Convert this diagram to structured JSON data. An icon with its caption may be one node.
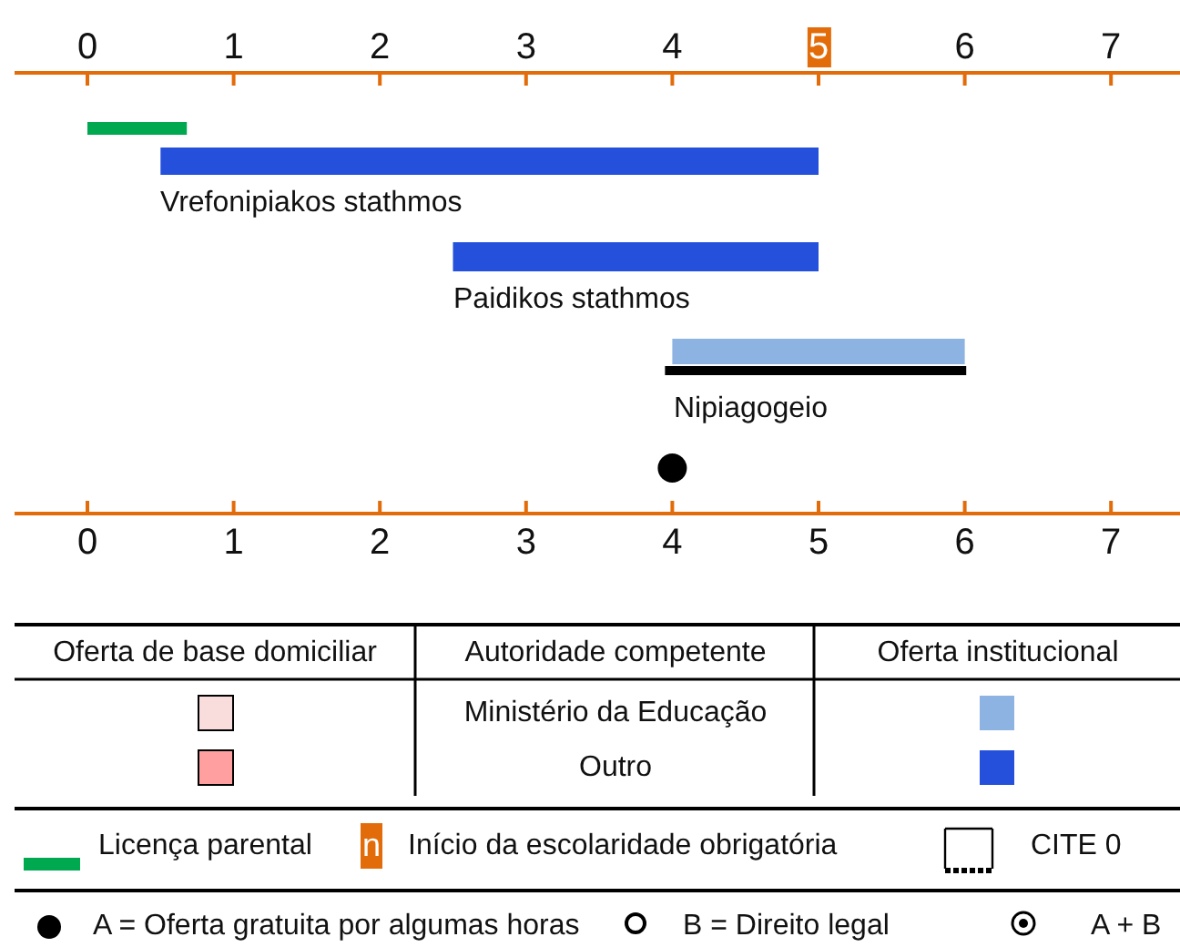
{
  "diagram": {
    "labels": [
      "0",
      "1",
      "2",
      "3",
      "4",
      "5",
      "6",
      "7",
      "Vrefonipiakos stathmos",
      "Paidikos stathmos",
      "Nipiagogeio",
      "0",
      "1",
      "2",
      "3",
      "4",
      "5",
      "6",
      "7",
      "Oferta de base domiciliar",
      "Autoridade competente",
      "Oferta institucional",
      "Ministério da Educação",
      "Outro",
      "n"
    ],
    "legend": [
      {
        "text": "Licença parental",
        "color": "#00a850"
      },
      {
        "text": "Início da escolaridade obrigatória",
        "color": "#e36c0a"
      },
      {
        "text": "CITE 0"
      },
      {
        "text": "A = Oferta gratuita por algumas horas"
      },
      {
        "text": "B = Direito legal"
      },
      {
        "text": "A + B"
      }
    ]
  }
}
